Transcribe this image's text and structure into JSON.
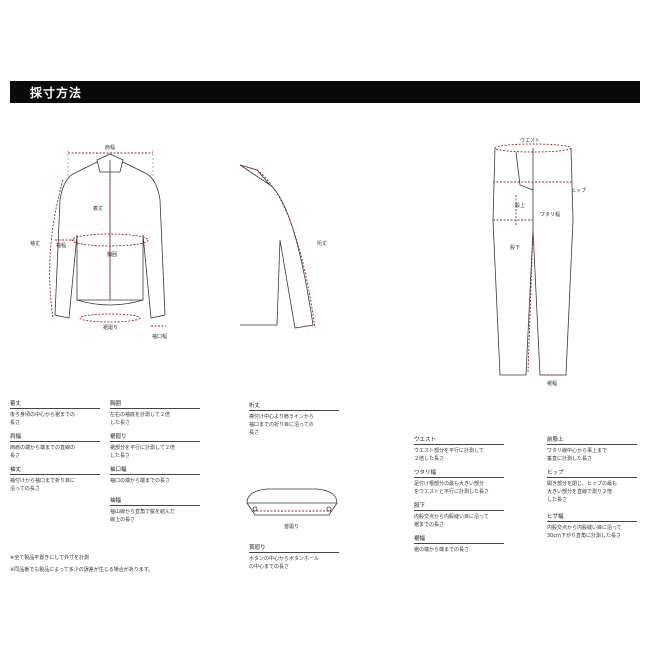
{
  "header": {
    "title": "採寸方法"
  },
  "jacket_labels": {
    "shoulder": "肩幅",
    "length": "着丈",
    "sleeve": "袖丈",
    "armhole": "袖幅",
    "chest": "胸囲",
    "hem": "裾廻り",
    "cuff": "袖口幅"
  },
  "side_labels": {
    "yuki": "裄丈"
  },
  "pants_labels": {
    "waist": "ウエスト",
    "hip": "ヒップ",
    "rise": "股上",
    "thigh": "ワタリ幅",
    "inseam": "股下",
    "hem": "裾幅"
  },
  "neck_labels": {
    "neck": "首廻り"
  },
  "definitions": {
    "length": {
      "term": "着丈",
      "desc": [
        "後ろ身頃の中心から裾までの",
        "長さ"
      ]
    },
    "shoulder": {
      "term": "肩幅",
      "desc": [
        "両肩の端から端までの直線の",
        "長さ"
      ]
    },
    "sleeve": {
      "term": "袖丈",
      "desc": [
        "袖付けから袖口まで折り目に",
        "沿っての長さ"
      ]
    },
    "chest": {
      "term": "胸囲",
      "desc": [
        "左右の袖底を計測して２倍",
        "した長さ"
      ]
    },
    "hem": {
      "term": "裾廻り",
      "desc": [
        "裾部分を平行に計測して２倍",
        "した長さ"
      ]
    },
    "cuff": {
      "term": "袖口幅",
      "desc": [
        "袖口の端から端までの長さ"
      ]
    },
    "armhole": {
      "term": "袖幅",
      "desc": [
        "袖山線から直角で脇を結んだ",
        "線上の長さ"
      ]
    },
    "yuki": {
      "term": "裄丈",
      "desc": [
        "襟付け中心より肩ラインから",
        "袖口までの折り目に沿っての",
        "長さ"
      ]
    },
    "neck": {
      "term": "首廻り",
      "desc": [
        "ボタンの中心からボタンホール",
        "の中心までの長さ"
      ]
    },
    "waist": {
      "term": "ウエスト",
      "desc": [
        "ウエスト部分を平行に計測して",
        "２倍した長さ"
      ]
    },
    "thigh": {
      "term": "ワタリ幅",
      "desc": [
        "足付け根部分の最も大きい部分",
        "をウエストと平行に計測した長さ"
      ]
    },
    "inseam": {
      "term": "股下",
      "desc": [
        "内股交点から内股縫い目に沿って",
        "裾までの長さ"
      ]
    },
    "pants_hem": {
      "term": "裾幅",
      "desc": [
        "裾の端から端までの長さ"
      ]
    },
    "rise": {
      "term": "前股上",
      "desc": [
        "ワタリ線中心から事上まで",
        "垂直に計測した長さ"
      ]
    },
    "hip": {
      "term": "ヒップ",
      "desc": [
        "開き部分を閉じ、ヒップの最も",
        "大きい部分を直線で測り２倍",
        "した長さ"
      ]
    },
    "knee": {
      "term": "ヒザ幅",
      "desc": [
        "内股交点から内股縫い目に沿って",
        "30cm下がり直角に計測した長さ"
      ]
    }
  },
  "notes": [
    "※全て製品平置きにして外寸を計測",
    "※同品番でも製品によって多少の誤差が生じる場合があります。"
  ]
}
